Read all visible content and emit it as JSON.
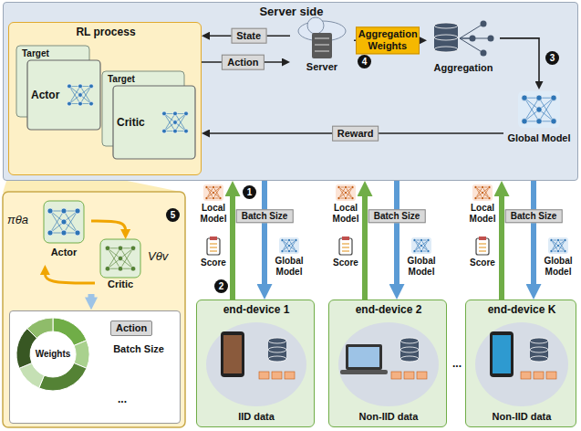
{
  "diagram": {
    "nodes": [
      {
        "text": [
          "Server side"
        ]
      },
      {
        "text": [
          "RL process"
        ],
        "in": 0
      },
      {
        "text": [
          "Target",
          "Actor"
        ],
        "in": 1
      },
      {
        "text": [
          "Target",
          "Critic"
        ],
        "in": 1
      },
      {
        "text": [
          "Server"
        ],
        "in": 0
      },
      {
        "text": [
          "Aggregation"
        ],
        "in": 0
      },
      {
        "text": [
          "Global Model"
        ],
        "in": 0
      },
      {
        "text": [
          "πθa",
          "Actor"
        ]
      },
      {
        "text": [
          "Critic",
          "Vθv"
        ]
      },
      {
        "text": [
          "Action"
        ]
      },
      {
        "text": [
          "Weights"
        ],
        "in": 9
      },
      {
        "text": [
          "end-device 1",
          "IID data"
        ]
      },
      {
        "text": [
          "end-device 2",
          "Non-IID data"
        ]
      },
      {
        "text": [
          "end-device K",
          "Non-IID data"
        ]
      }
    ],
    "edges": [
      {
        "from": 4,
        "to": 1,
        "label": "State",
        "arrow": "to"
      },
      {
        "from": 1,
        "to": 4,
        "label": "Action",
        "arrow": "to"
      },
      {
        "from": 4,
        "to": 5,
        "label": "Aggregation Weights",
        "arrow": "to"
      },
      {
        "from": 5,
        "to": 6,
        "arrow": "to"
      },
      {
        "from": 6,
        "to": 1,
        "label": "Reward",
        "arrow": "to"
      },
      {
        "from": 7,
        "to": 8,
        "arrow": "to"
      },
      {
        "from": 8,
        "to": 7,
        "arrow": "to"
      },
      {
        "from": 11,
        "to": 0,
        "arrow": "to"
      },
      {
        "from": 0,
        "to": 11,
        "label": "Batch Size",
        "arrow": "to"
      },
      {
        "from": 12,
        "to": 0,
        "arrow": "to"
      },
      {
        "from": 0,
        "to": 12,
        "label": "Batch Size",
        "arrow": "to"
      },
      {
        "from": 13,
        "to": 0,
        "arrow": "to"
      },
      {
        "from": 0,
        "to": 13,
        "label": "Batch Size",
        "arrow": "to"
      }
    ],
    "labels": [
      "4",
      "3",
      "5",
      "Batch Size",
      "...",
      "1",
      "2",
      "Local Model",
      "Global Model",
      "Score",
      "Local Model",
      "Global Model",
      "Score",
      "Local Model",
      "Global Model",
      "Score",
      "..."
    ]
  }
}
